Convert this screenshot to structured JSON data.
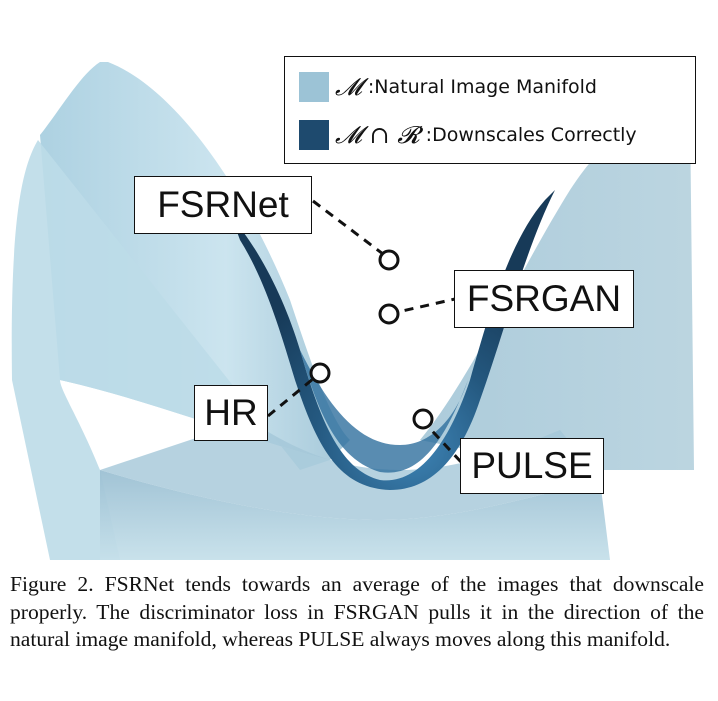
{
  "legend": {
    "items": [
      {
        "symbol": "𝓜",
        "sep": " : ",
        "text": "Natural Image Manifold",
        "color": "#9cc3d6"
      },
      {
        "symbol": "𝓜 ∩ 𝓡",
        "sep": " : ",
        "text": "Downscales Correctly",
        "color": "#1e4a6e"
      }
    ]
  },
  "callouts": {
    "fsrnet": "FSRNet",
    "fsrgan": "FSRGAN",
    "hr": "HR",
    "pulse": "PULSE"
  },
  "caption": {
    "label": "Figure 2.",
    "text": " FSRNet tends towards an average of the images that downscale properly. The discriminator loss in FSRGAN pulls it in the direction of the natural image manifold, whereas PULSE always moves along this manifold."
  },
  "colors": {
    "manifold_light": "#b9d9e6",
    "manifold_mid": "#8fb8cc",
    "intersection_dark": "#1e4a6e",
    "intersection_mid": "#2f6f9e"
  }
}
